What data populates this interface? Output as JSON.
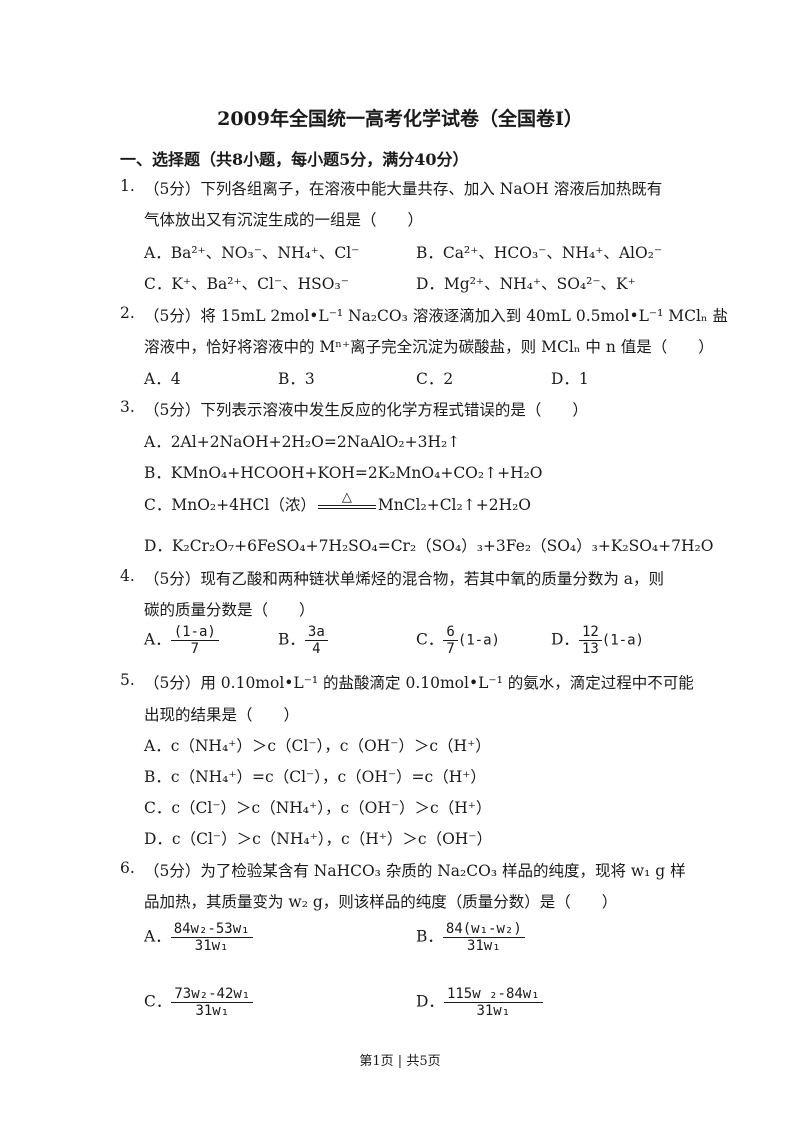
{
  "title": "2009年全国统一高考化学试卷（全国卷I）",
  "section": "一、选择题（共8小题，每小题5分，满分40分）",
  "q1": {
    "num": "1.",
    "line1": "（5分）下列各组离子，在溶液中能大量共存、加入 NaOH 溶液后加热既有",
    "line2": "气体放出又有沉淀生成的一组是（　　）",
    "A": "A．Ba²⁺、NO₃⁻、NH₄⁺、Cl⁻",
    "B": "B．Ca²⁺、HCO₃⁻、NH₄⁺、AlO₂⁻",
    "C": "C．K⁺、Ba²⁺、Cl⁻、HSO₃⁻",
    "D": "D．Mg²⁺、NH₄⁺、SO₄²⁻、K⁺"
  },
  "q2": {
    "num": "2.",
    "line1": "（5分）将 15mL 2mol•L⁻¹ Na₂CO₃ 溶液逐滴加入到 40mL 0.5mol•L⁻¹ MClₙ 盐",
    "line2": "溶液中，恰好将溶液中的 Mⁿ⁺离子完全沉淀为碳酸盐，则 MClₙ 中 n 值是（　　）",
    "A": "A．4",
    "B": "B．3",
    "C": "C．2",
    "D": "D．1"
  },
  "q3": {
    "num": "3.",
    "line1": "（5分）下列表示溶液中发生反应的化学方程式错误的是（　　）",
    "A": "A．2Al+2NaOH+2H₂O=2NaAlO₂+3H₂↑",
    "B": "B．KMnO₄+HCOOH+KOH=2K₂MnO₄+CO₂↑+H₂O",
    "C_left": "C．MnO₂+4HCl（浓）",
    "C_cond": "△",
    "C_right": "MnCl₂+Cl₂↑+2H₂O",
    "D": "D．K₂Cr₂O₇+6FeSO₄+7H₂SO₄=Cr₂（SO₄）₃+3Fe₂（SO₄）₃+K₂SO₄+7H₂O"
  },
  "q4": {
    "num": "4.",
    "line1": "（5分）现有乙酸和两种链状单烯烃的混合物，若其中氧的质量分数为 a，则",
    "line2": "碳的质量分数是（　　）",
    "A_label": "A．",
    "A_num": "(1-a)",
    "A_den": "7",
    "B_label": "B．",
    "B_num": "3a",
    "B_den": "4",
    "C_label": "C．",
    "C_num": "6",
    "C_den": "7",
    "C_tail": "(1-a)",
    "D_label": "D．",
    "D_num": "12",
    "D_den": "13",
    "D_tail": "(1-a)"
  },
  "q5": {
    "num": "5.",
    "line1": "（5分）用 0.10mol•L⁻¹ 的盐酸滴定 0.10mol•L⁻¹ 的氨水，滴定过程中不可能",
    "line2": "出现的结果是（　　）",
    "A": "A．c（NH₄⁺）＞c（Cl⁻），c（OH⁻）＞c（H⁺）",
    "B": "B．c（NH₄⁺）=c（Cl⁻），c（OH⁻）=c（H⁺）",
    "C": "C．c（Cl⁻）＞c（NH₄⁺），c（OH⁻）＞c（H⁺）",
    "D": "D．c（Cl⁻）＞c（NH₄⁺），c（H⁺）＞c（OH⁻）"
  },
  "q6": {
    "num": "6.",
    "line1": "（5分）为了检验某含有 NaHCO₃ 杂质的 Na₂CO₃ 样品的纯度，现将 w₁ g 样",
    "line2": "品加热，其质量变为 w₂ g，则该样品的纯度（质量分数）是（　　）",
    "A_label": "A．",
    "A_num": "84w₂-53w₁",
    "A_den": "31w₁",
    "B_label": "B．",
    "B_num": "84(w₁-w₂)",
    "B_den": "31w₁",
    "C_label": "C．",
    "C_num": "73w₂-42w₁",
    "C_den": "31w₁",
    "D_label": "D．",
    "D_num": "115w ₂-84w₁",
    "D_den": "31w₁"
  },
  "footer": "第1页 | 共5页"
}
